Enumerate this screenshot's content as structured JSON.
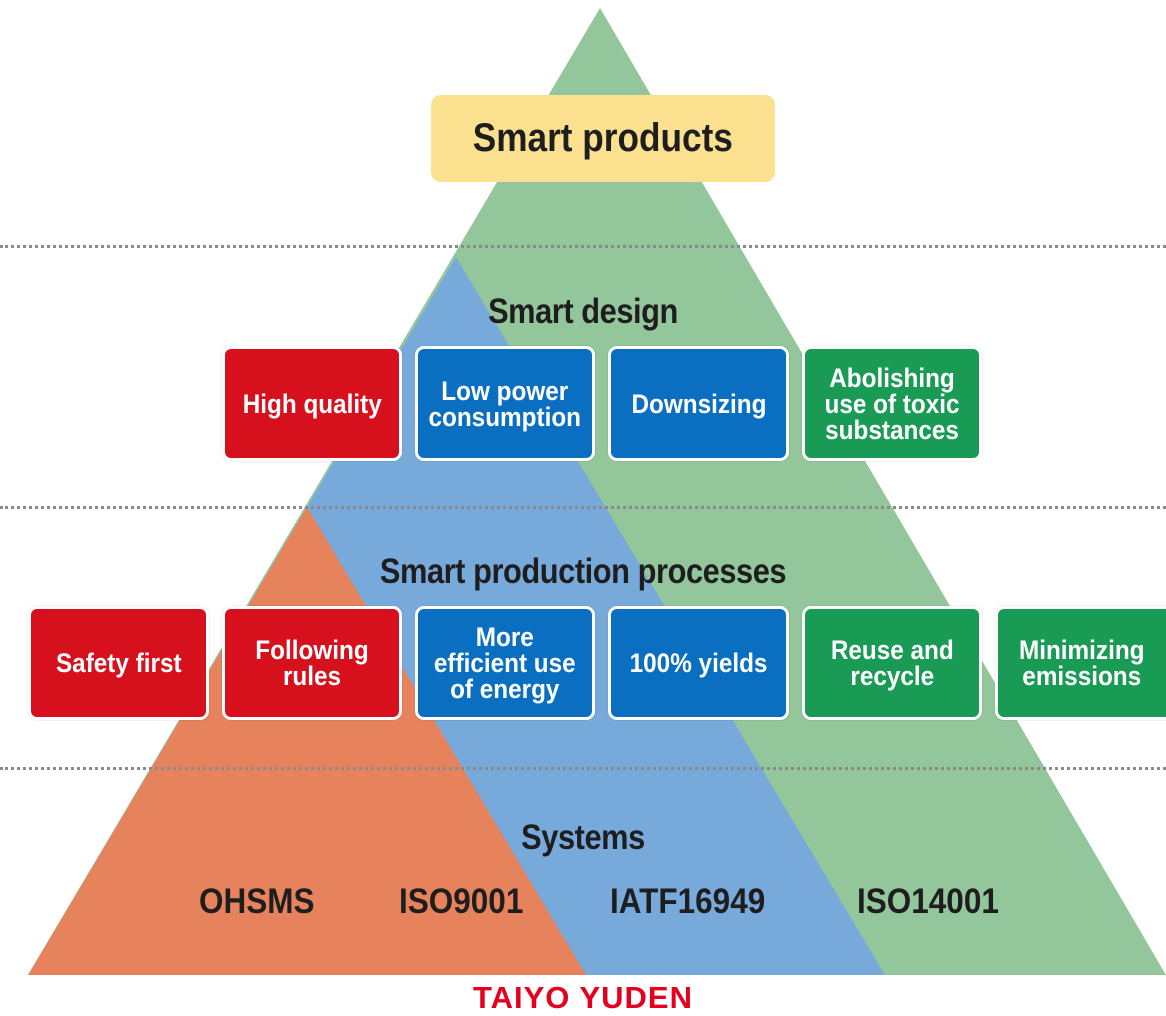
{
  "top": {
    "label": "Smart products"
  },
  "design": {
    "heading": "Smart design",
    "items": [
      {
        "label": "High quality",
        "color": "red"
      },
      {
        "label": "Low power\nconsumption",
        "color": "blue"
      },
      {
        "label": "Downsizing",
        "color": "blue"
      },
      {
        "label": "Abolishing\nuse of toxic\nsubstances",
        "color": "green"
      }
    ]
  },
  "production": {
    "heading": "Smart production processes",
    "items": [
      {
        "label": "Safety first",
        "color": "red"
      },
      {
        "label": "Following\nrules",
        "color": "red"
      },
      {
        "label": "More\nefficient use\nof energy",
        "color": "blue"
      },
      {
        "label": "100% yields",
        "color": "blue"
      },
      {
        "label": "Reuse and\nrecycle",
        "color": "green"
      },
      {
        "label": "Minimizing\nemissions",
        "color": "green"
      }
    ]
  },
  "systems": {
    "heading": "Systems",
    "items": [
      "OHSMS",
      "ISO9001",
      "IATF16949",
      "ISO14001"
    ]
  },
  "brand": "TAIYO YUDEN",
  "colors": {
    "pyramid_green": "#93c69a",
    "pyramid_blue": "#77aadb",
    "pyramid_orange": "#e6825c",
    "top_box": "#fbe18f",
    "red": "#d7101d",
    "blue": "#0a6fc0",
    "green": "#199b55",
    "brand": "#e5001f"
  }
}
